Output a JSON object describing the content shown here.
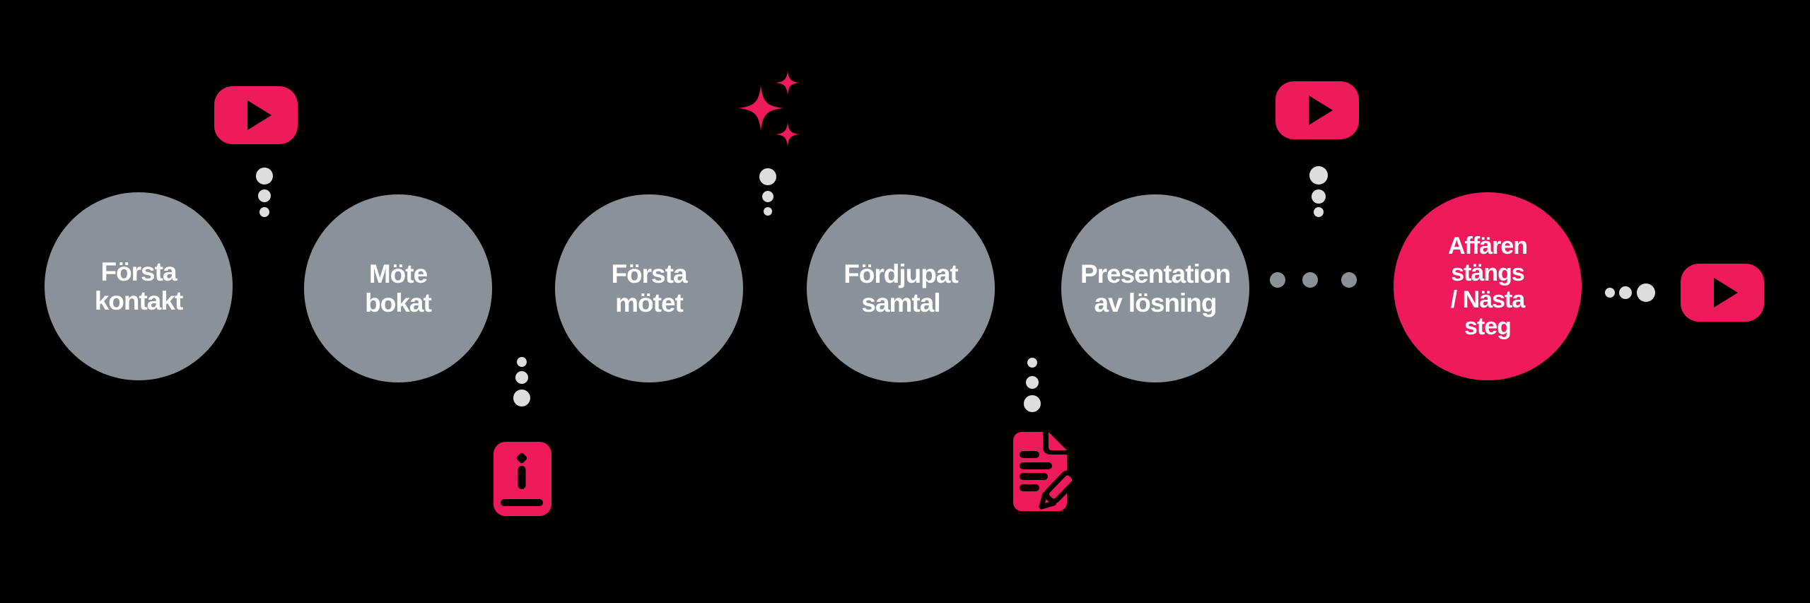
{
  "colors": {
    "background": "#000000",
    "accent_pink": "#EE1A5C",
    "circle_gray": "#8B9199",
    "dot_light": "#DDDDDD",
    "text_white": "#FFFFFF"
  },
  "stages": [
    {
      "label": "Första\nkontakt",
      "variant": "gray"
    },
    {
      "label": "Möte\nbokat",
      "variant": "gray"
    },
    {
      "label": "Första\nmötet",
      "variant": "gray"
    },
    {
      "label": "Fördjupat\nsamtal",
      "variant": "gray"
    },
    {
      "label": "Presentation\nav lösning",
      "variant": "gray"
    },
    {
      "label": "Affären\nstängs\n/ Nästa\nsteg",
      "variant": "pink"
    }
  ],
  "icons": {
    "play": "play-video-icon",
    "sparkles": "sparkles-icon",
    "book": "info-book-icon",
    "document": "document-edit-icon"
  }
}
